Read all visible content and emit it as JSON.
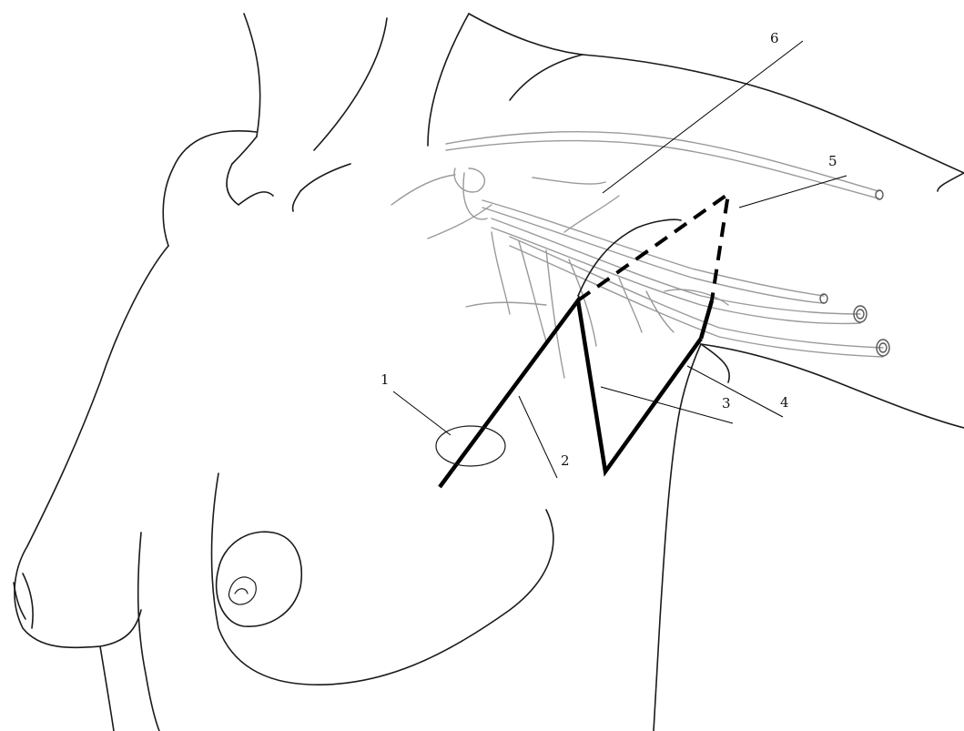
{
  "figure": {
    "labels": [
      {
        "id": "label-1",
        "text": "1"
      },
      {
        "id": "label-2",
        "text": "2"
      },
      {
        "id": "label-3",
        "text": "3"
      },
      {
        "id": "label-4",
        "text": "4"
      },
      {
        "id": "label-5",
        "text": "5"
      },
      {
        "id": "label-6",
        "text": "6"
      }
    ],
    "colors": {
      "outline": "#1a1a1a",
      "vessels": "#9a9a9a",
      "incision": "#000000",
      "background": "#ffffff"
    }
  }
}
